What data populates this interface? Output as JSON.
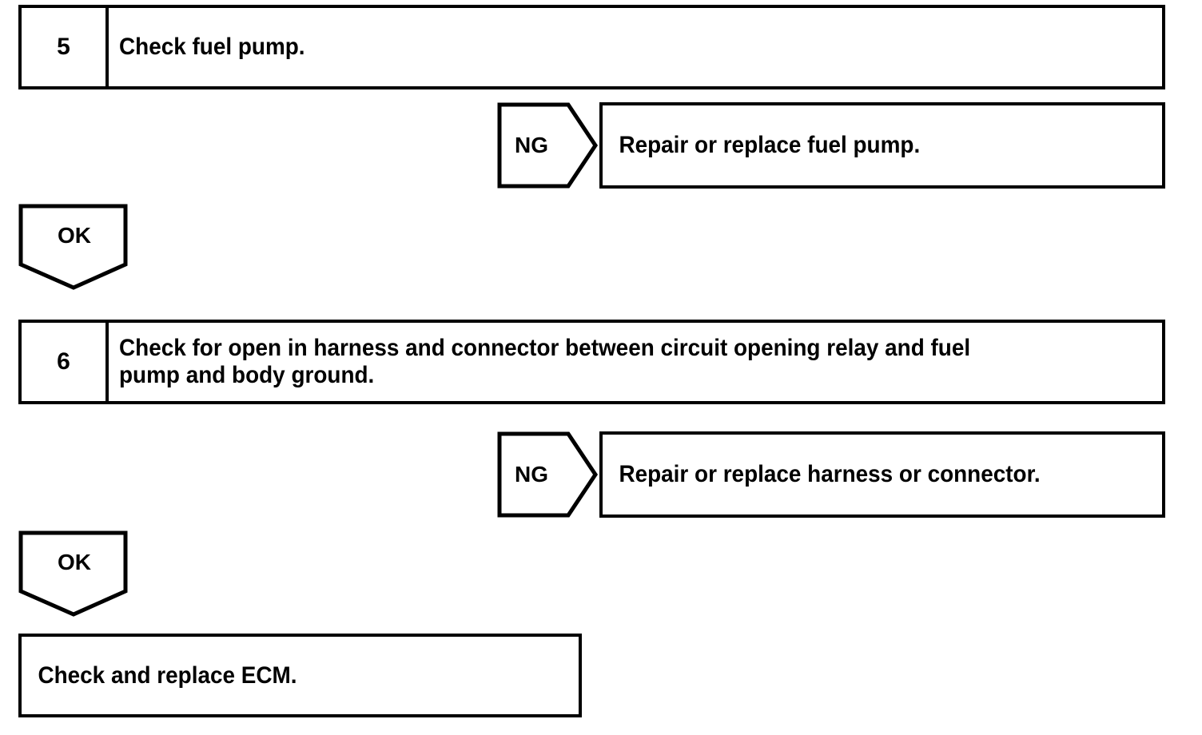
{
  "diagram": {
    "type": "troubleshooting-flowchart",
    "stroke_color": "#000000",
    "background_color": "#ffffff",
    "steps": [
      {
        "number": "5",
        "instruction": "Check fuel pump.",
        "branch": {
          "label": "NG",
          "result": "Repair or replace fuel pump."
        },
        "continue_label": "OK"
      },
      {
        "number": "6",
        "instruction": "Check for open in harness and connector between circuit opening relay and fuel\npump and body ground.",
        "branch": {
          "label": "NG",
          "result": "Repair or replace harness or connector."
        },
        "continue_label": "OK"
      }
    ],
    "final": {
      "text": "Check and replace ECM."
    }
  }
}
